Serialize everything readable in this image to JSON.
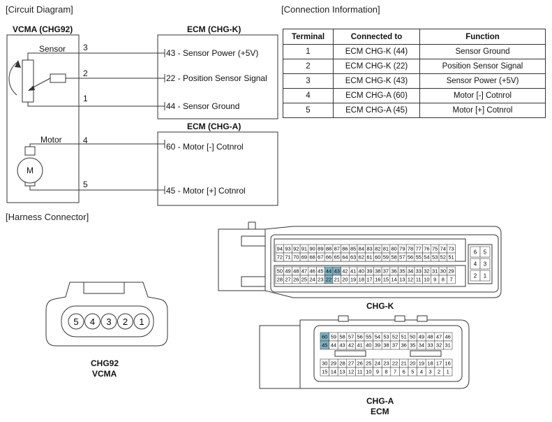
{
  "sections": {
    "circuit": "[Circuit Diagram]",
    "connection": "[Connection Information]",
    "harness": "[Harness Connector]"
  },
  "vcma": {
    "title": "VCMA (CHG92)",
    "sensor_label": "Sensor",
    "motor_label": "Motor",
    "motor_symbol": "M",
    "pins": [
      "3",
      "2",
      "1",
      "4",
      "5"
    ]
  },
  "ecm_k": {
    "title": "ECM (CHG-K)",
    "pins": [
      "43 - Sensor Power (+5V)",
      "22 - Position Sensor Signal",
      "44 - Sensor Ground"
    ]
  },
  "ecm_a": {
    "title": "ECM (CHG-A)",
    "pins": [
      "60 - Motor [-] Cotnrol",
      "45 - Motor [+] Cotnrol"
    ]
  },
  "table": {
    "headers": [
      "Terminal",
      "Connected to",
      "Function"
    ],
    "rows": [
      [
        "1",
        "ECM CHG-K (44)",
        "Sensor Ground"
      ],
      [
        "2",
        "ECM CHG-K (22)",
        "Position Sensor Signal"
      ],
      [
        "3",
        "ECM CHG-K (43)",
        "Sensor Power (+5V)"
      ],
      [
        "4",
        "ECM CHG-A (60)",
        "Motor [-] Cotnrol"
      ],
      [
        "5",
        "ECM CHG-A (45)",
        "Motor [+] Cotnrol"
      ]
    ]
  },
  "connectors": {
    "chg92_name": "CHG92",
    "chg92_sub": "VCMA",
    "chg92_pins": [
      "5",
      "4",
      "3",
      "2",
      "1"
    ],
    "chgk_name": "CHG-K",
    "chgk_rows": [
      [
        "94",
        "93",
        "92",
        "91",
        "90",
        "89",
        "88",
        "87",
        "86",
        "85",
        "84",
        "83",
        "82",
        "81",
        "80",
        "79",
        "78",
        "77",
        "76",
        "75",
        "74",
        "73"
      ],
      [
        "72",
        "71",
        "70",
        "69",
        "68",
        "67",
        "66",
        "65",
        "64",
        "63",
        "62",
        "61",
        "60",
        "59",
        "58",
        "57",
        "56",
        "55",
        "54",
        "53",
        "52",
        "51"
      ],
      [
        "50",
        "49",
        "48",
        "47",
        "46",
        "45",
        "44",
        "43",
        "42",
        "41",
        "40",
        "39",
        "38",
        "37",
        "36",
        "35",
        "34",
        "33",
        "32",
        "31",
        "30",
        "29"
      ],
      [
        "28",
        "27",
        "26",
        "25",
        "24",
        "23",
        "22",
        "21",
        "20",
        "19",
        "18",
        "17",
        "16",
        "15",
        "14",
        "13",
        "12",
        "11",
        "10",
        "9",
        "8",
        "7"
      ]
    ],
    "chgk_side": [
      [
        "6",
        "5"
      ],
      [
        "4",
        "3"
      ],
      [
        "2",
        "1"
      ]
    ],
    "chgk_highlight": [
      "44",
      "43",
      "22"
    ],
    "chga_name": "CHG-A",
    "chga_sub": "ECM",
    "chga_rows": [
      [
        "60",
        "59",
        "58",
        "57",
        "56",
        "55",
        "54",
        "53",
        "52",
        "51",
        "50",
        "49",
        "48",
        "47",
        "46"
      ],
      [
        "45",
        "44",
        "43",
        "42",
        "41",
        "40",
        "39",
        "38",
        "37",
        "36",
        "35",
        "34",
        "33",
        "32",
        "31"
      ],
      [
        "30",
        "29",
        "28",
        "27",
        "26",
        "25",
        "24",
        "23",
        "22",
        "21",
        "20",
        "19",
        "18",
        "17",
        "16"
      ],
      [
        "15",
        "14",
        "13",
        "12",
        "11",
        "10",
        "9",
        "8",
        "7",
        "6",
        "5",
        "4",
        "3",
        "2",
        "1"
      ]
    ],
    "chga_highlight": [
      "60",
      "45"
    ]
  },
  "colors": {
    "highlight": "#7fb3c4",
    "line": "#333333"
  }
}
